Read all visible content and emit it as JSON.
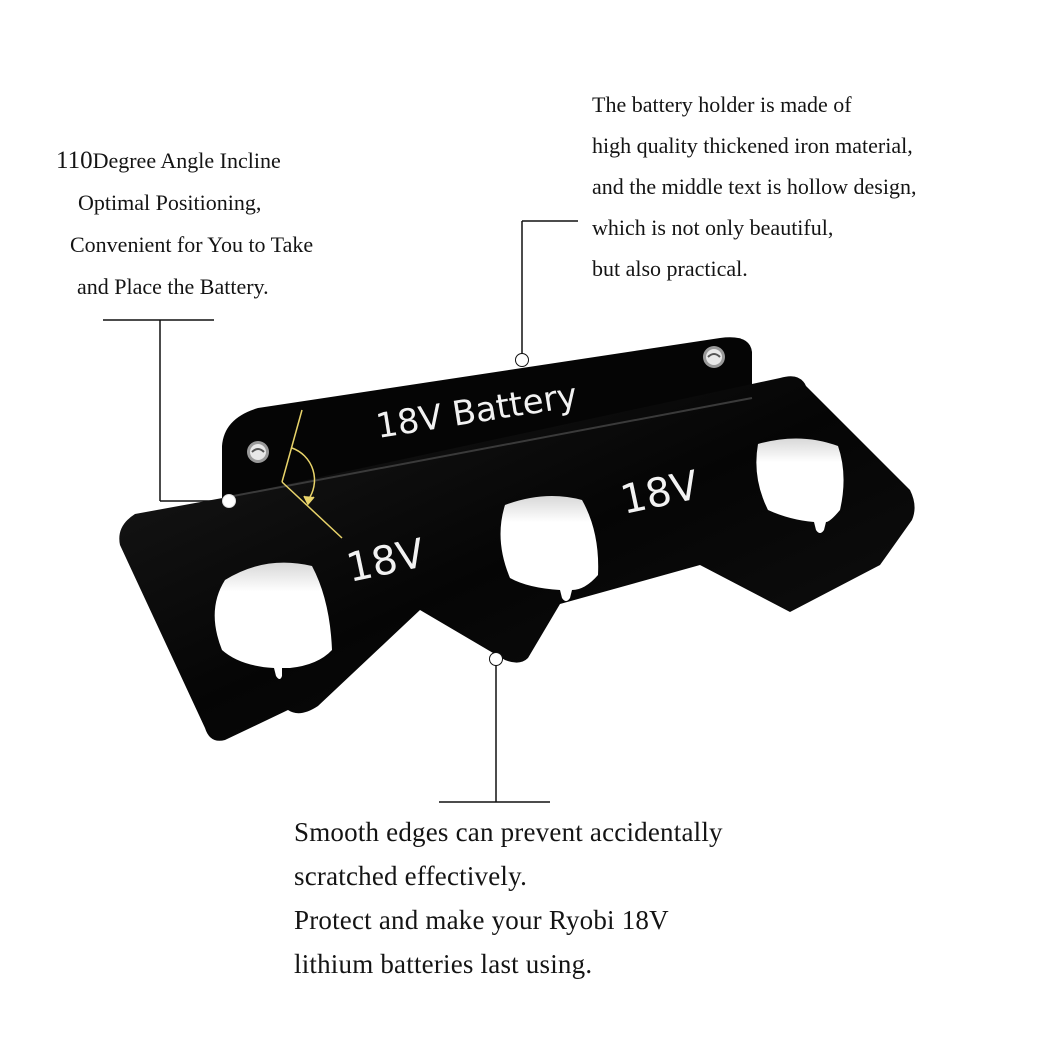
{
  "callouts": {
    "angle": {
      "number": "110",
      "lines": [
        "Degree Angle Incline",
        "Optimal Positioning,",
        "Convenient for You to Take",
        "and Place the Battery."
      ]
    },
    "material": {
      "lines": [
        "The battery holder is made of",
        "high quality thickened iron material,",
        "and the middle text is hollow design,",
        "which is not only beautiful,",
        "but also practical."
      ]
    },
    "edges": {
      "lines": [
        "Smooth edges can prevent accidentally",
        "scratched effectively.",
        "Protect and make your Ryobi 18V",
        "lithium batteries last using."
      ]
    }
  },
  "product": {
    "back_plate_label": "18V Battery",
    "slot_labels": [
      "18V",
      "18V"
    ],
    "colors": {
      "metal": "#0b0b0b",
      "angle_marker": "#e8d36a",
      "background": "#ffffff"
    }
  }
}
